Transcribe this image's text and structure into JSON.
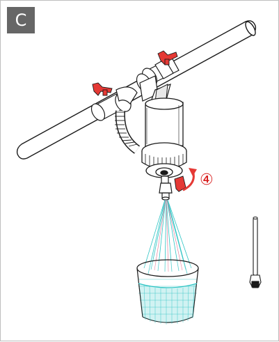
{
  "panel": {
    "label": "C"
  },
  "step": {
    "marker": "④"
  },
  "colors": {
    "line": "#1a1a1a",
    "handle_red": "#e53935",
    "water_cyan": "#2ec4c4",
    "water_pink": "#e46a8c",
    "badge_bg": "#666666",
    "step_red": "#d81e1e"
  },
  "icons": [
    "pipe",
    "ball-valve-handle",
    "flexible-hose",
    "filter-housing",
    "drain-valve",
    "rotate-arrow",
    "water-spray",
    "bucket",
    "wrench-tool"
  ]
}
